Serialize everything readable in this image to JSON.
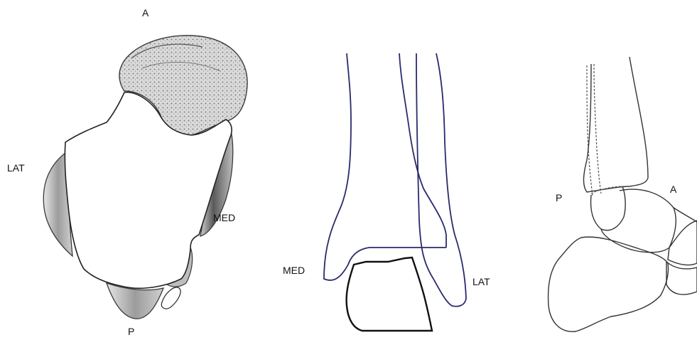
{
  "panels": {
    "left": {
      "label_a": "A",
      "label_p": "P",
      "label_lat": "LAT",
      "label_med": "MED"
    },
    "middle": {
      "label_med": "MED",
      "label_lat": "LAT"
    },
    "right": {
      "label_p": "P",
      "label_a": "A"
    }
  },
  "colors": {
    "background": "#ffffff",
    "outline": "#333333",
    "blue_outline": "#2a2a6e",
    "talus_outline": "#111111",
    "shading": "#9a9a9a"
  }
}
